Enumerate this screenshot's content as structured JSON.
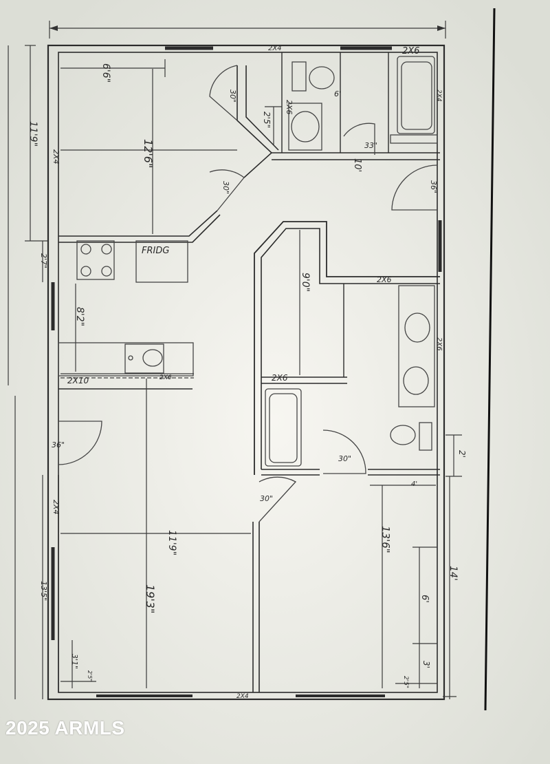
{
  "watermark": "2025 ARMLS",
  "labels": {
    "top_2x4": "2X4",
    "top_2x6": "2X6",
    "dim_6_6": "6'6\"",
    "dim_30_closet": "30\"",
    "dim_2x6_vert": "2X6",
    "dim_2_5": "2'5\"",
    "dim_6_bath": "6'",
    "dim_2x4_right": "2X4",
    "dim_11_9_left": "11'9\"",
    "dim_2x4_left": "2X4",
    "dim_12_6": "12'6\"",
    "dim_33_bath": "33\"",
    "dim_10": "10'",
    "dim_30_hall": "30\"",
    "dim_36_right": "36\"",
    "dim_2_7": "2'7\"",
    "fridge": "FRIDG",
    "dim_9_0": "9'0\"",
    "dim_2x6_mid": "2X6",
    "dim_8_2": "8'2\"",
    "dim_2x6_right_vert": "2X6",
    "dim_2x10": "2X10",
    "dim_2x6_counter": "2X6",
    "dim_2x6_tub": "2X6",
    "dim_36_entry": "36\"",
    "dim_30_bed2": "30\"",
    "dim_30_door": "30\"",
    "dim_2": "2'",
    "dim_4": "4'",
    "dim_2x4_lower": "2X4",
    "dim_11_9_lower": "11'9\"",
    "dim_13_6": "13'6\"",
    "dim_14": "14'",
    "dim_13_5": "13'5\"",
    "dim_19_3": "19'3\"",
    "dim_6_lower": "6'",
    "dim_3_1_left": "3'1\"",
    "dim_2_5_left": "2'5\"",
    "dim_3_right": "3'",
    "dim_2_5_right": "2'5\"",
    "bottom_2x4": "2X4"
  }
}
